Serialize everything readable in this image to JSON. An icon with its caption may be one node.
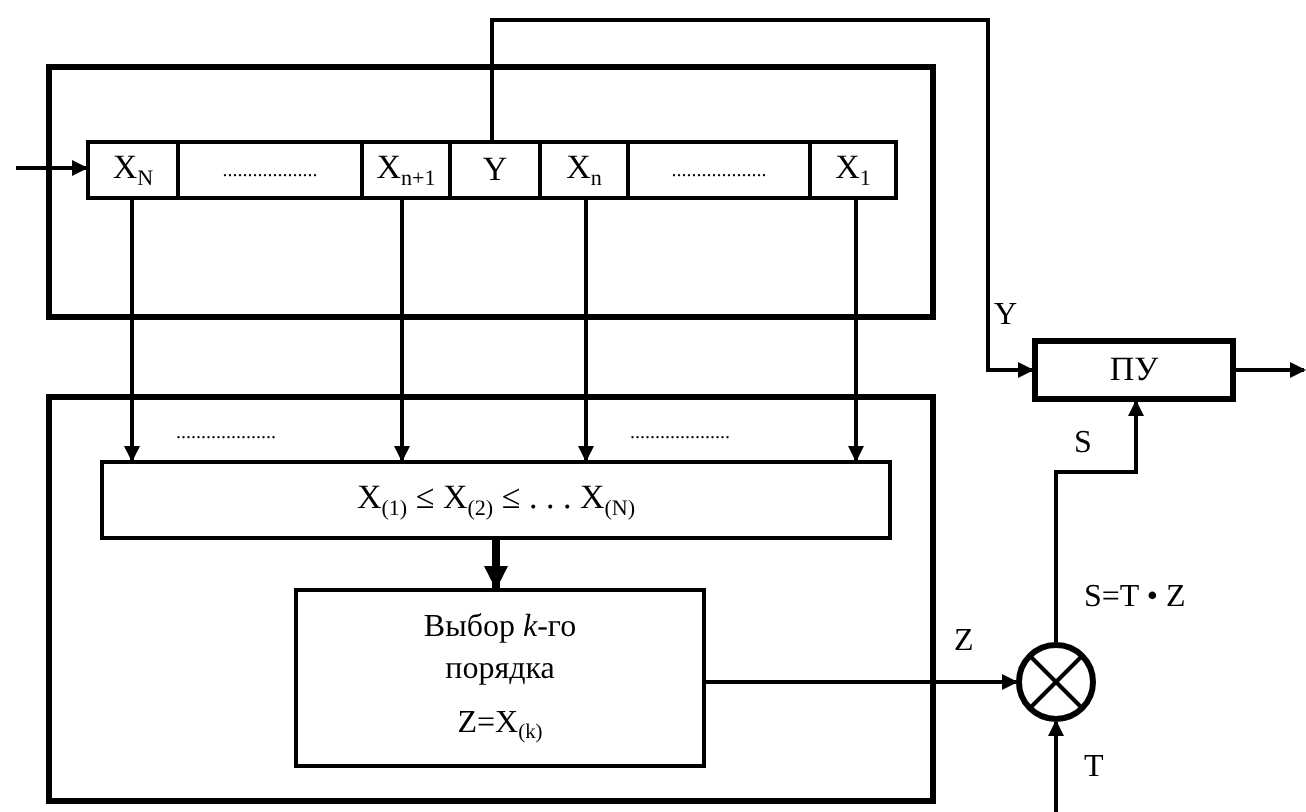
{
  "diagram": {
    "nodes": [
      {
        "text": [],
        "shape": "box"
      },
      {
        "text": [
          "X$_{N}$"
        ],
        "in": 0
      },
      {
        "text": [
          "..................."
        ],
        "in": 0
      },
      {
        "text": [
          "X$_{n+1}$"
        ],
        "in": 0
      },
      {
        "text": [
          "Y"
        ],
        "in": 0
      },
      {
        "text": [
          "X$_{n}$"
        ],
        "in": 0
      },
      {
        "text": [
          "..................."
        ],
        "in": 0
      },
      {
        "text": [
          "X$_{1}$"
        ],
        "in": 0
      },
      {
        "text": [],
        "shape": "box"
      },
      {
        "text": [
          "X$_{(1)}$ ≤ X$_{(2)}$ ≤ . . . X$_{(N)}$"
        ],
        "in": 8
      },
      {
        "text": [
          "Выбор *k*-го порядка",
          "Z=X$_{(k)}$"
        ],
        "in": 8
      },
      {
        "text": [
          "ПУ"
        ]
      },
      {
        "text": [],
        "shape": "circle",
        "beside": [
          "S=T • Z"
        ]
      }
    ],
    "edges": [
      {
        "from": null,
        "to": 1,
        "arrow": "to"
      },
      {
        "from": 1,
        "to": 9,
        "arrow": "to"
      },
      {
        "from": 3,
        "to": 9,
        "arrow": "to"
      },
      {
        "from": 5,
        "to": 9,
        "arrow": "to"
      },
      {
        "from": 7,
        "to": 9,
        "arrow": "to"
      },
      {
        "from": 9,
        "to": 10,
        "arrow": "to",
        "style": "thick"
      },
      {
        "from": 4,
        "to": 11,
        "arrow": "to",
        "label": "Y"
      },
      {
        "from": 10,
        "to": 12,
        "arrow": "to",
        "label": "Z"
      },
      {
        "from": 12,
        "to": 11,
        "arrow": "to",
        "label": "S"
      },
      {
        "from": null,
        "to": 12,
        "arrow": "to",
        "label": "T"
      },
      {
        "from": 11,
        "to": null,
        "arrow": "to"
      }
    ],
    "labels": [
      "....................",
      "...................."
    ]
  }
}
